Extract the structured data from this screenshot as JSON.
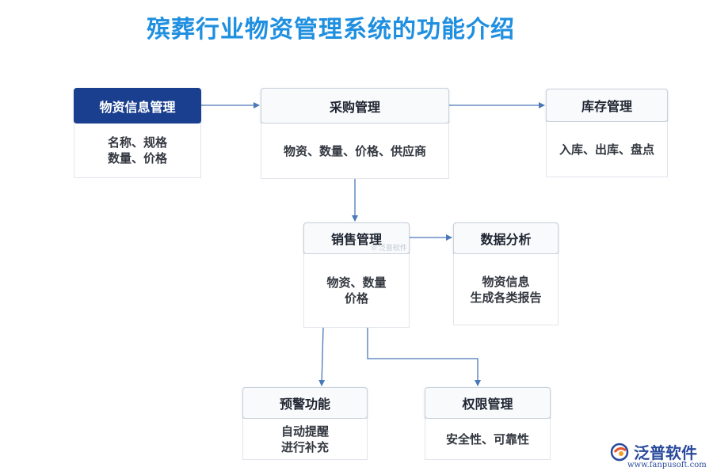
{
  "title": "殡葬行业物资管理系统的功能介绍",
  "nodes": {
    "material_info": {
      "title": "物资信息管理",
      "lines": [
        "名称、规格",
        "数量、价格"
      ]
    },
    "purchase": {
      "title": "采购管理",
      "lines": [
        "物资、数量、价格、供应商"
      ]
    },
    "inventory": {
      "title": "库存管理",
      "lines": [
        "入库、出库、盘点"
      ]
    },
    "sales": {
      "title": "销售管理",
      "lines": [
        "物资、数量",
        "价格"
      ]
    },
    "analysis": {
      "title": "数据分析",
      "lines": [
        "物资信息",
        "生成各类报告"
      ]
    },
    "warning": {
      "title": "预警功能",
      "lines": [
        "自动提醒",
        "进行补充"
      ]
    },
    "permission": {
      "title": "权限管理",
      "lines": [
        "安全性、可靠性"
      ]
    }
  },
  "watermark": "泛普软件",
  "logo": {
    "name": "泛普软件",
    "url": "www.fanpusoft.com"
  },
  "colors": {
    "title": "#1f8fe0",
    "header_dark": "#1a3f8f",
    "arrow": "#4a78b8"
  }
}
